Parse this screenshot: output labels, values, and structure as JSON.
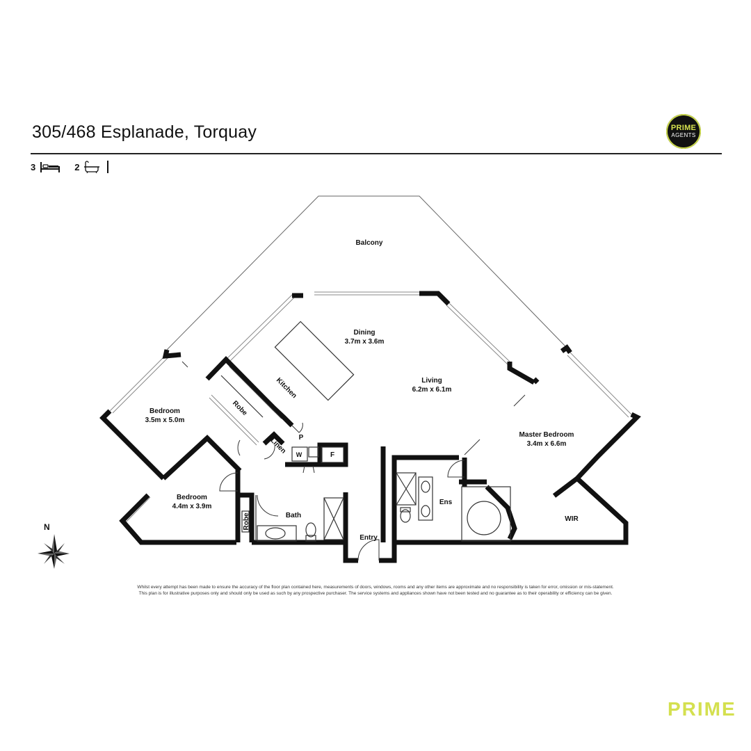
{
  "header": {
    "address": "305/468 Esplanade, Torquay",
    "logo_top": "PRIME",
    "logo_bottom": "AGENTS"
  },
  "features": {
    "bedrooms": "3",
    "bathrooms": "2"
  },
  "rooms": {
    "balcony": "Balcony",
    "dining": "Dining",
    "dining_size": "3.7m x 3.6m",
    "kitchen": "Kitchen",
    "living": "Living",
    "living_size": "6.2m x 6.1m",
    "bedroom2": "Bedroom",
    "bedroom2_size": "3.5m x 5.0m",
    "robe_a": "Robe",
    "linen": "Linen",
    "pantry": "P",
    "washer": "W",
    "fridge": "F",
    "bedroom3": "Bedroom",
    "bedroom3_size": "4.4m x 3.9m",
    "robe_b": "Robe",
    "bath": "Bath",
    "entry": "Entry",
    "ensuite": "Ens",
    "master": "Master Bedroom",
    "master_size": "3.4m x 6.6m",
    "wir": "WIR"
  },
  "compass": {
    "north": "N"
  },
  "disclaimer": {
    "line1": "Whilst every attempt has been made to ensure the accuracy of the floor plan contained here, measurements of doors, windows, rooms and any other items are approximate and no responsibility is taken for error, omission  or mis-statement.",
    "line2": "This plan is for illustrative purposes only and should only be used as such by any prospective purchaser. The service systems and appliances shown have not been tested and no guarantee as to their operability or efficiency can be given."
  },
  "footer": {
    "brand": "PRIME"
  },
  "colors": {
    "accent": "#d4e04f",
    "wall": "#111111"
  }
}
